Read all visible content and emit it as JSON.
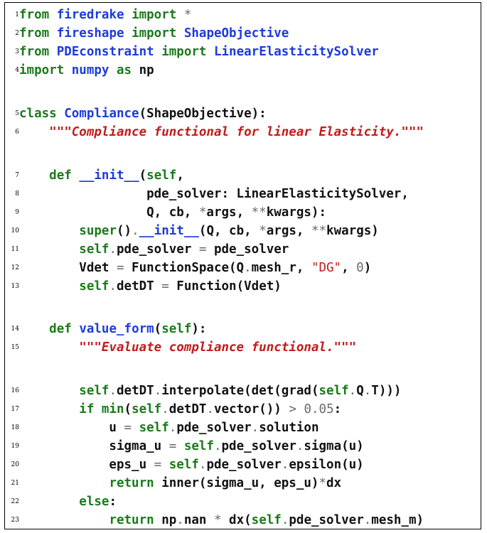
{
  "listing": {
    "lines": [
      {
        "n": "1",
        "code": "from firedrake import *"
      },
      {
        "n": "2",
        "code": "from fireshape import ShapeObjective"
      },
      {
        "n": "3",
        "code": "from PDEconstraint import LinearElasticitySolver"
      },
      {
        "n": "4",
        "code": "import numpy as np"
      },
      {
        "n": "5",
        "code": "class Compliance(ShapeObjective):"
      },
      {
        "n": "6",
        "code": "    \"\"\"Compliance functional for linear Elasticity.\"\"\""
      },
      {
        "n": "7",
        "code": "    def __init__(self,"
      },
      {
        "n": "8",
        "code": "                 pde_solver: LinearElasticitySolver,"
      },
      {
        "n": "9",
        "code": "                 Q, cb, *args, **kwargs):"
      },
      {
        "n": "10",
        "code": "        super().__init__(Q, cb, *args, **kwargs)"
      },
      {
        "n": "11",
        "code": "        self.pde_solver = pde_solver"
      },
      {
        "n": "12",
        "code": "        Vdet = FunctionSpace(Q.mesh_r, \"DG\", 0)"
      },
      {
        "n": "13",
        "code": "        self.detDT = Function(Vdet)"
      },
      {
        "n": "14",
        "code": "    def value_form(self):"
      },
      {
        "n": "15",
        "code": "        \"\"\"Evaluate compliance functional.\"\"\""
      },
      {
        "n": "16",
        "code": "        self.detDT.interpolate(det(grad(self.Q.T)))"
      },
      {
        "n": "17",
        "code": "        if min(self.detDT.vector()) > 0.05:"
      },
      {
        "n": "18",
        "code": "            u = self.pde_solver.solution"
      },
      {
        "n": "19",
        "code": "            sigma_u = self.pde_solver.sigma(u)"
      },
      {
        "n": "20",
        "code": "            eps_u = self.pde_solver.epsilon(u)"
      },
      {
        "n": "21",
        "code": "            return inner(sigma_u, eps_u)*dx"
      },
      {
        "n": "22",
        "code": "        else:"
      },
      {
        "n": "23",
        "code": "            return np.nan * dx(self.pde_solver.mesh_m)"
      }
    ],
    "colors": {
      "keyword": "#1a7a1a",
      "name": "#1b3bdc",
      "docstring": "#c41a1a",
      "operator": "#6b6b6b",
      "border": "#000000"
    }
  }
}
